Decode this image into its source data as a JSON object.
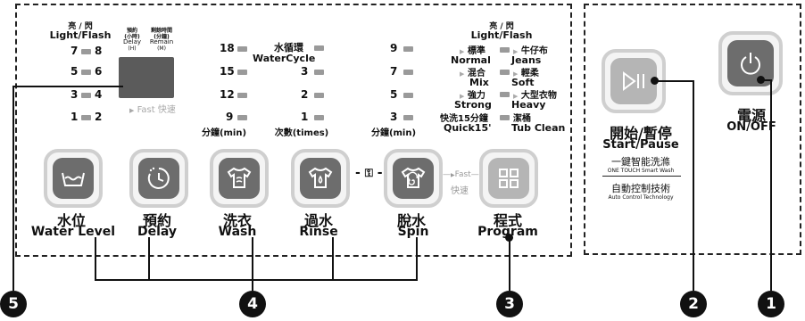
{
  "display_panel": {
    "light_flash_cn": "亮 / 閃",
    "light_flash_en": "Light/Flash",
    "water_levels": [
      {
        "left": "7",
        "right": "8"
      },
      {
        "left": "5",
        "right": "6"
      },
      {
        "left": "3",
        "right": "4"
      },
      {
        "left": "1",
        "right": "2"
      }
    ],
    "delay_cn": "預約",
    "delay_sub": "(小時)",
    "delay_en": "Delay",
    "delay_unit": "(H)",
    "remain_cn": "剩餘時間",
    "remain_sub": "(分鐘)",
    "remain_en": "Remain",
    "remain_unit": "(M)",
    "fast_en": "Fast",
    "fast_cn": "快速"
  },
  "wash_column": {
    "values": [
      "18",
      "15",
      "12",
      "9"
    ],
    "unit": "分鐘(min)"
  },
  "rinse_column": {
    "title_cn": "水循環",
    "title_en": "WaterCycle",
    "values": [
      "3",
      "2",
      "1"
    ],
    "unit": "次數(times)"
  },
  "spin_column": {
    "values": [
      "9",
      "7",
      "5",
      "3"
    ],
    "unit": "分鐘(min)"
  },
  "program_column": {
    "light_flash_cn": "亮 / 閃",
    "light_flash_en": "Light/Flash",
    "rows": [
      {
        "left_cn": "標準",
        "left_en": "Normal",
        "right_cn": "牛仔布",
        "right_en": "Jeans"
      },
      {
        "left_cn": "混合",
        "left_en": "Mix",
        "right_cn": "輕柔",
        "right_en": "Soft"
      },
      {
        "left_cn": "強力",
        "left_en": "Strong",
        "right_cn": "大型衣物",
        "right_en": "Heavy"
      },
      {
        "left_cn": "快洗15分鐘",
        "left_en": "Quick15'",
        "right_cn": "潔桶",
        "right_en": "Tub Clean"
      }
    ]
  },
  "buttons": [
    {
      "id": "water-level",
      "cn": "水位",
      "en": "Water Level",
      "icon": "water-basin-icon"
    },
    {
      "id": "delay",
      "cn": "預約",
      "en": "Delay",
      "icon": "timer-icon"
    },
    {
      "id": "wash",
      "cn": "洗衣",
      "en": "Wash",
      "icon": "shirt-wash-icon"
    },
    {
      "id": "rinse",
      "cn": "過水",
      "en": "Rinse",
      "icon": "shirt-droplet-icon"
    },
    {
      "id": "spin",
      "cn": "脫水",
      "en": "Spin",
      "icon": "shirt-spin-icon"
    },
    {
      "id": "program",
      "cn": "程式",
      "en": "Program",
      "icon": "program-grid-icon"
    }
  ],
  "fast_link": {
    "en": "Fast",
    "cn": "快速"
  },
  "start_pause": {
    "cn": "開始/暫停",
    "en": "Start/Pause",
    "one_touch_cn": "一鍵智能洗滌",
    "one_touch_en": "ONE TOUCH Smart Wash",
    "auto_cn": "自動控制技術",
    "auto_en": "Auto Control Technology"
  },
  "power": {
    "cn": "電源",
    "en": "ON/OFF"
  },
  "markers": [
    "5",
    "4",
    "3",
    "2",
    "1"
  ],
  "colors": {
    "button_core": "#6d6d6d",
    "button_ring": "#cfcfcf",
    "indicator": "#9a9a9a",
    "marker": "#111111"
  }
}
